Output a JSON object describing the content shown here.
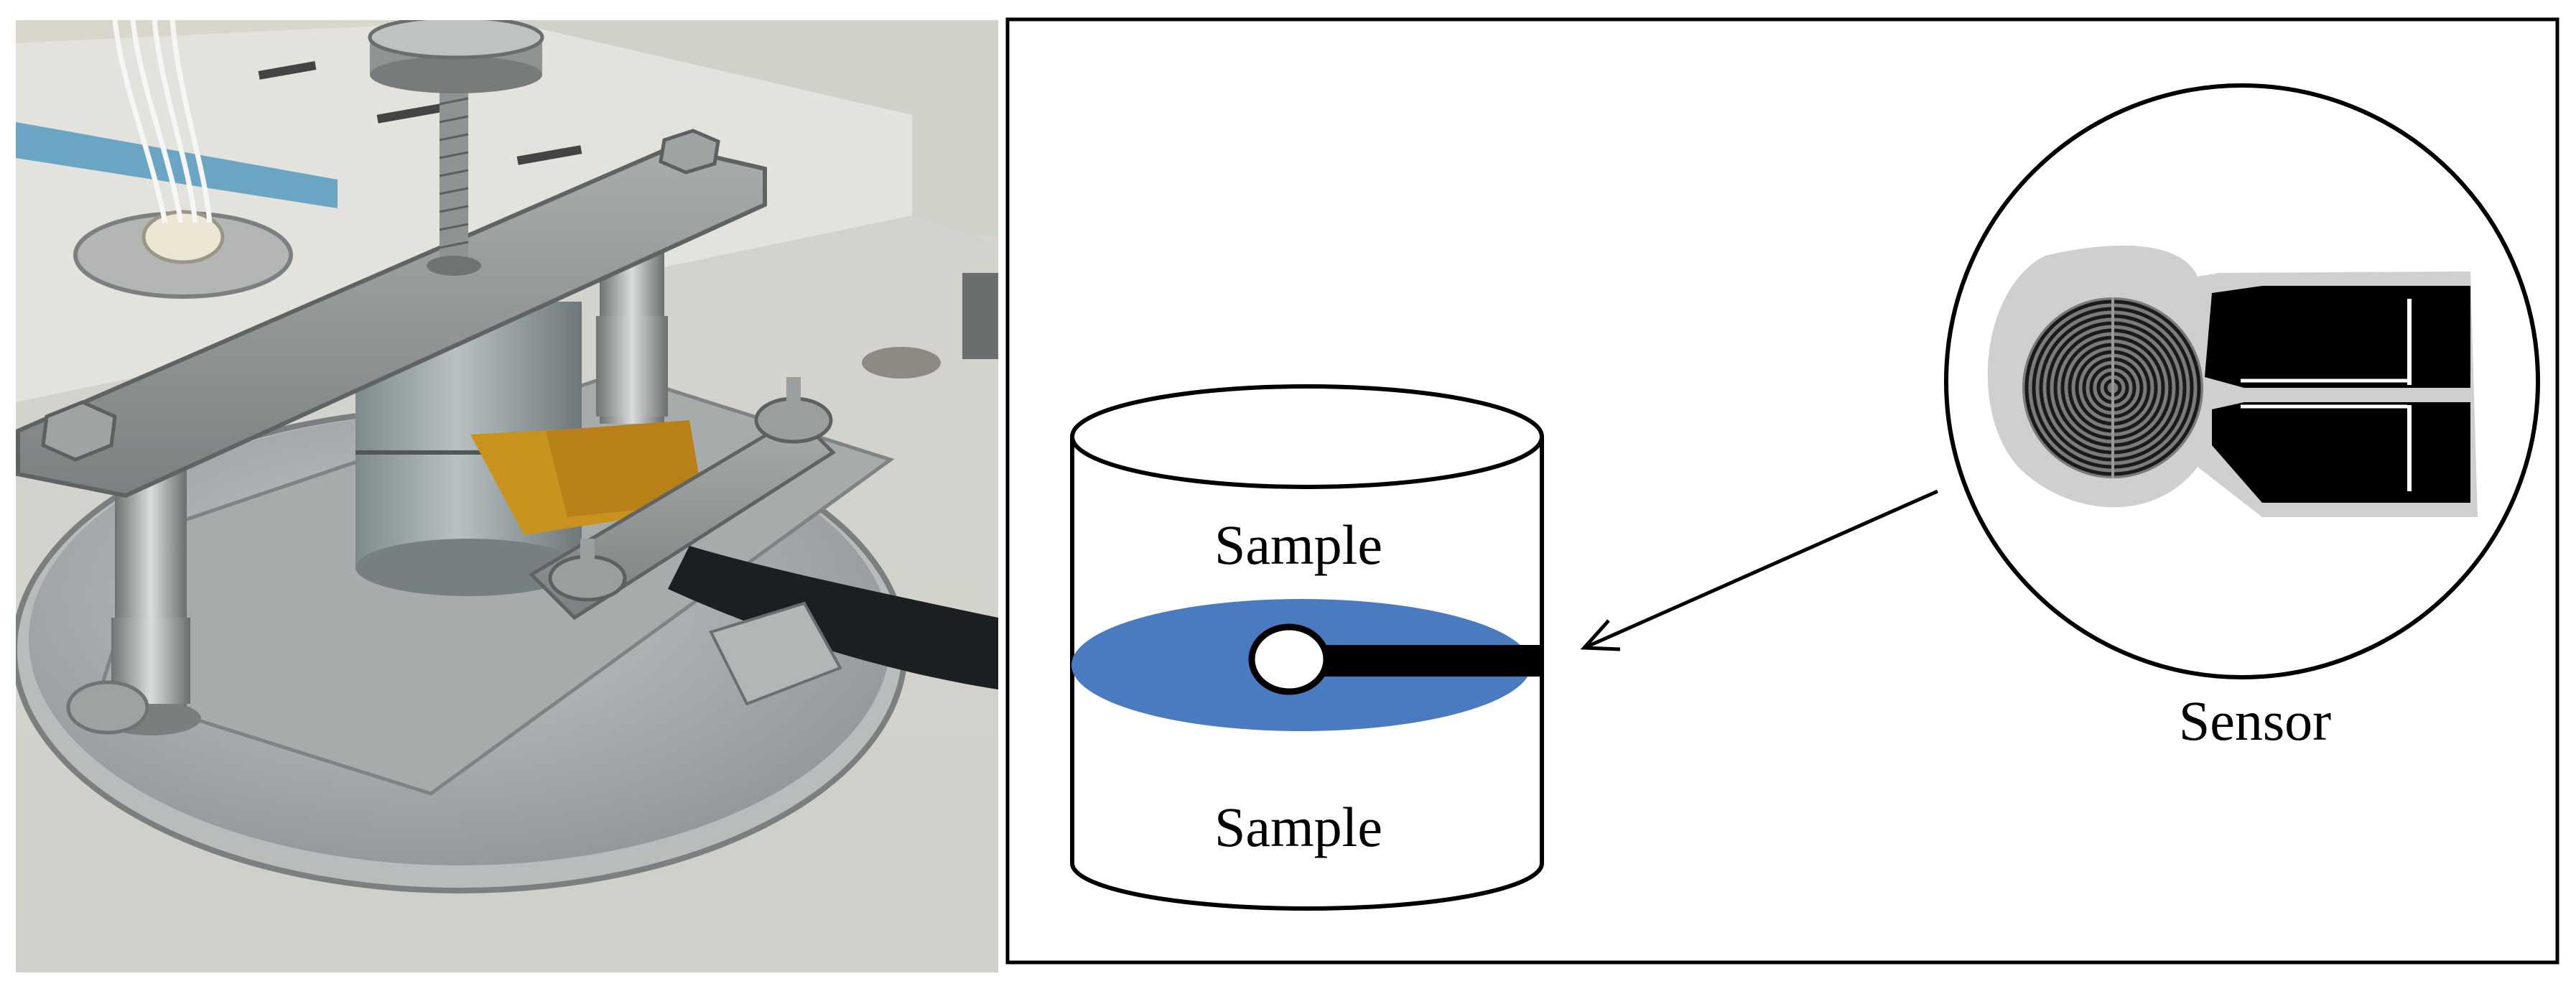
{
  "labels": {
    "sample_top": "Sample",
    "sample_bottom": "Sample",
    "sensor": "Sensor"
  },
  "colors": {
    "sensor_disc": "#4a7ac0",
    "outline": "#000000",
    "frame_border": "#000000",
    "photo_plate": "#a4a7a8",
    "photo_bench": "#dcdcd6",
    "kapton_tape": "#c8921d",
    "sensor_substrate": "#cfcfcf"
  },
  "icons": {
    "photo": "photo-of-hot-disk-sample-holder",
    "arrow": "pointer-arrow-icon",
    "spiral": "spiral-sensor-icon"
  }
}
